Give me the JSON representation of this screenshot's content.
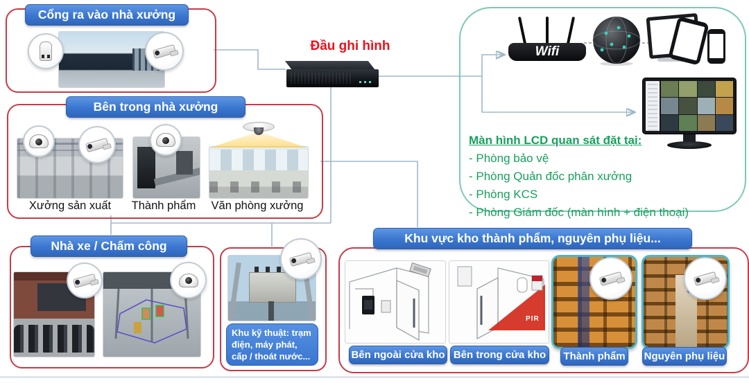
{
  "entrance": {
    "title": "Cổng ra vào nhà xưởng"
  },
  "recorder": {
    "title": "Đầu ghi hình"
  },
  "network": {
    "wifi_label": "Wifi"
  },
  "lcd_info": {
    "title": "Màn hình LCD quan sát đặt tại:",
    "items": [
      "- Phòng bảo vệ",
      "- Phòng Quản đốc phân xưởng",
      "- Phòng KCS",
      "- Phòng Giám đốc (màn hình + điện thoại)"
    ]
  },
  "inside": {
    "title": "Bên trong nhà xưởng",
    "areas": [
      "Xưởng sản xuất",
      "Thành phẩm",
      "Văn phòng xưởng"
    ]
  },
  "parking": {
    "title": "Nhà xe / Chấm công"
  },
  "technical": {
    "label": "Khu kỹ thuật: trạm điện, máy phát, cấp / thoát nước..."
  },
  "warehouse": {
    "title": "Khu vực kho thành phẩm, nguyên phụ liệu...",
    "areas": [
      "Bên ngoài cửa kho",
      "Bên trong cửa kho",
      "Thành phẩm",
      "Nguyên phụ liệu"
    ],
    "pir_label": "PIR"
  },
  "colors": {
    "label_blue": "#3a76d0",
    "zone_border_red": "#c53b47",
    "cloud_border_teal": "#7bc8b6",
    "warehouse_photo_teal": "#49b7cb",
    "green_text": "#17a15c",
    "recorder_red": "#e8131c",
    "line_blue_gray": "#9db9c9",
    "arrow_blue": "#4f81bd",
    "pir_red": "#d22d1e"
  }
}
